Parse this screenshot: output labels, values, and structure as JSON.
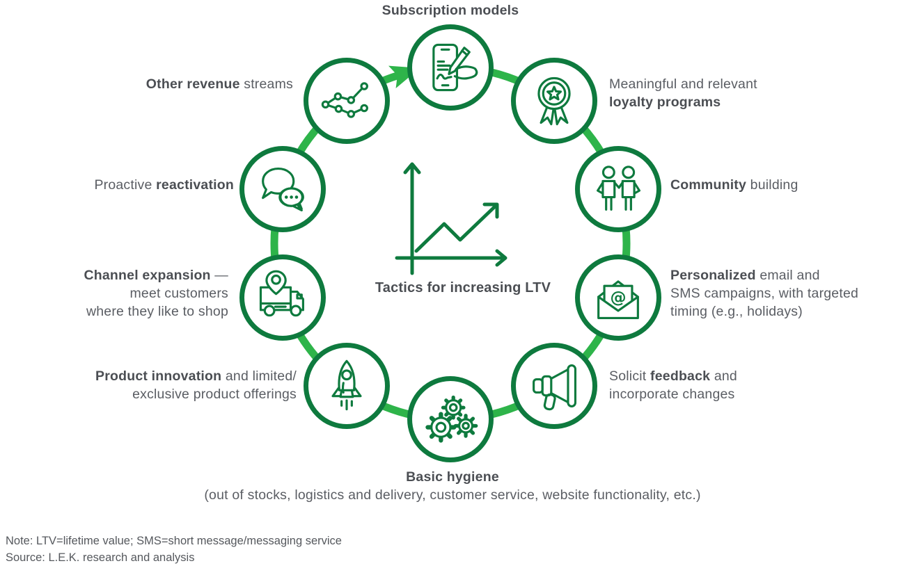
{
  "colors": {
    "circle_border_green": "#0e7a3e",
    "ring_green": "#2eb44a",
    "icon_green": "#0e7a3e",
    "text_gray": "#5a5d63",
    "bold_text_gray": "#4b4e53",
    "background": "#ffffff"
  },
  "center": {
    "title": "Tactics for increasing LTV",
    "illustration": "rising-trend-chart-with-axes"
  },
  "nodes": [
    {
      "id": "subscription",
      "icon": "phone-signature-icon"
    },
    {
      "id": "loyalty",
      "icon": "award-ribbon-icon"
    },
    {
      "id": "community",
      "icon": "two-people-icon"
    },
    {
      "id": "personalized",
      "icon": "email-at-icon"
    },
    {
      "id": "feedback",
      "icon": "megaphone-icon"
    },
    {
      "id": "hygiene",
      "icon": "gears-icon"
    },
    {
      "id": "product",
      "icon": "rocket-icon"
    },
    {
      "id": "channel",
      "icon": "delivery-truck-pin-icon"
    },
    {
      "id": "reactivation",
      "icon": "chat-bubbles-icon"
    },
    {
      "id": "other_revenue",
      "icon": "trend-line-dots-icon"
    }
  ],
  "labels": {
    "subscription": {
      "lines": [
        {
          "pre": "",
          "bold": "Subscription models",
          "post": ""
        }
      ]
    },
    "loyalty": {
      "lines": [
        {
          "pre": "Meaningful and relevant",
          "bold": "",
          "post": ""
        },
        {
          "pre": "",
          "bold": "loyalty programs",
          "post": ""
        }
      ]
    },
    "community": {
      "lines": [
        {
          "pre": "",
          "bold": "Community",
          "post": " building"
        }
      ]
    },
    "personalized": {
      "lines": [
        {
          "pre": "",
          "bold": "Personalized",
          "post": " email and"
        },
        {
          "pre": "SMS campaigns, with targeted",
          "bold": "",
          "post": ""
        },
        {
          "pre": "timing (e.g., holidays)",
          "bold": "",
          "post": ""
        }
      ]
    },
    "feedback": {
      "lines": [
        {
          "pre": "Solicit ",
          "bold": "feedback",
          "post": " and"
        },
        {
          "pre": "incorporate changes",
          "bold": "",
          "post": ""
        }
      ]
    },
    "hygiene": {
      "lines": [
        {
          "pre": "",
          "bold": "Basic hygiene",
          "post": ""
        },
        {
          "pre": "(out of stocks, logistics and delivery, customer service, website functionality, etc.)",
          "bold": "",
          "post": ""
        }
      ]
    },
    "product": {
      "lines": [
        {
          "pre": "",
          "bold": "Product innovation",
          "post": " and limited/"
        },
        {
          "pre": "exclusive product offerings",
          "bold": "",
          "post": ""
        }
      ]
    },
    "channel": {
      "lines": [
        {
          "pre": "",
          "bold": "Channel expansion",
          "post": " —"
        },
        {
          "pre": "meet customers",
          "bold": "",
          "post": ""
        },
        {
          "pre": "where they like to shop",
          "bold": "",
          "post": ""
        }
      ]
    },
    "reactivation": {
      "lines": [
        {
          "pre": "Proactive ",
          "bold": "reactivation",
          "post": ""
        }
      ]
    },
    "other_revenue": {
      "lines": [
        {
          "pre": "",
          "bold": "Other revenue",
          "post": " streams"
        }
      ]
    }
  },
  "footnotes": {
    "note": "Note: LTV=lifetime value; SMS=short message/messaging service",
    "source": "Source: L.E.K. research and analysis"
  }
}
